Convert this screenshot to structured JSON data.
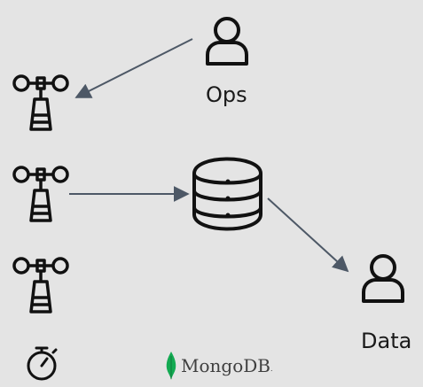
{
  "nodes": {
    "ops": {
      "label": "Ops",
      "icon": "person-icon"
    },
    "data": {
      "label": "Data",
      "icon": "person-icon"
    },
    "database": {
      "icon": "database-icon"
    },
    "sensors": [
      {
        "icon": "anemometer-icon"
      },
      {
        "icon": "anemometer-icon"
      },
      {
        "icon": "anemometer-icon"
      }
    ],
    "timer": {
      "icon": "stopwatch-icon"
    }
  },
  "edges": [
    {
      "from": "ops",
      "to": "sensor-1"
    },
    {
      "from": "sensor-2",
      "to": "database"
    },
    {
      "from": "database",
      "to": "data"
    }
  ],
  "logo": {
    "brand": "MongoDB",
    "mark": ".",
    "icon": "leaf-icon"
  },
  "colors": {
    "background": "#e4e4e4",
    "icon_stroke": "#111111",
    "arrow": "#4d5866",
    "leaf": "#13aa52",
    "text": "#1a1a1a"
  }
}
